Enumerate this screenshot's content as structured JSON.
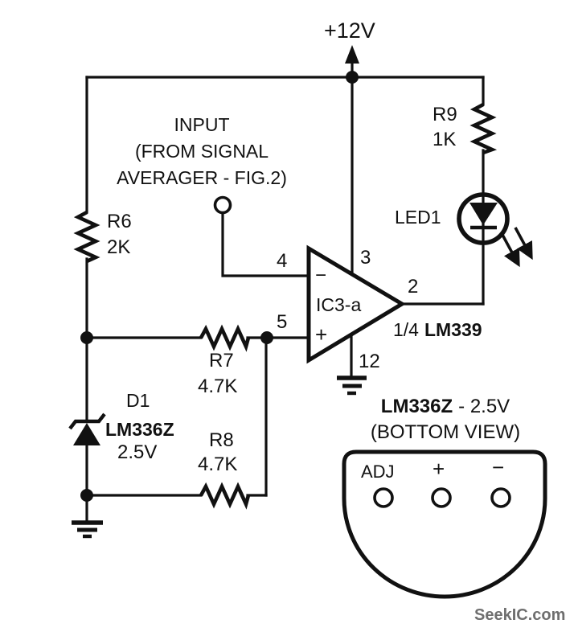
{
  "diagram": {
    "title_implied": "Comparator LED indicator schematic",
    "supply_label": "+12V",
    "input_label": {
      "line1": "INPUT",
      "line2": "(FROM SIGNAL",
      "line3": "AVERAGER - FIG.2)"
    },
    "components": {
      "r6": {
        "name": "R6",
        "value": "2K"
      },
      "r7": {
        "name": "R7",
        "value": "4.7K"
      },
      "r8": {
        "name": "R8",
        "value": "4.7K"
      },
      "r9": {
        "name": "R9",
        "value": "1K"
      },
      "led1": {
        "name": "LED1"
      },
      "d1": {
        "name": "D1",
        "part": "LM336Z",
        "value": "2.5V"
      },
      "opamp": {
        "name": "IC3-a",
        "fraction": "1/4",
        "part": "LM339",
        "inverting_sign": "−",
        "noninverting_sign": "+"
      }
    },
    "pins": {
      "p2": "2",
      "p3": "3",
      "p4": "4",
      "p5": "5",
      "p12": "12"
    },
    "package_view": {
      "title_part": "LM336Z",
      "title_rest": "- 2.5V",
      "subtitle": "(BOTTOM VIEW)",
      "pin_adj": "ADJ",
      "pin_plus": "+",
      "pin_minus": "−"
    },
    "watermark": "SeekIC.com",
    "colors": {
      "ink": "#111111",
      "watermark": "#6f6f6f",
      "background": "#ffffff"
    }
  }
}
